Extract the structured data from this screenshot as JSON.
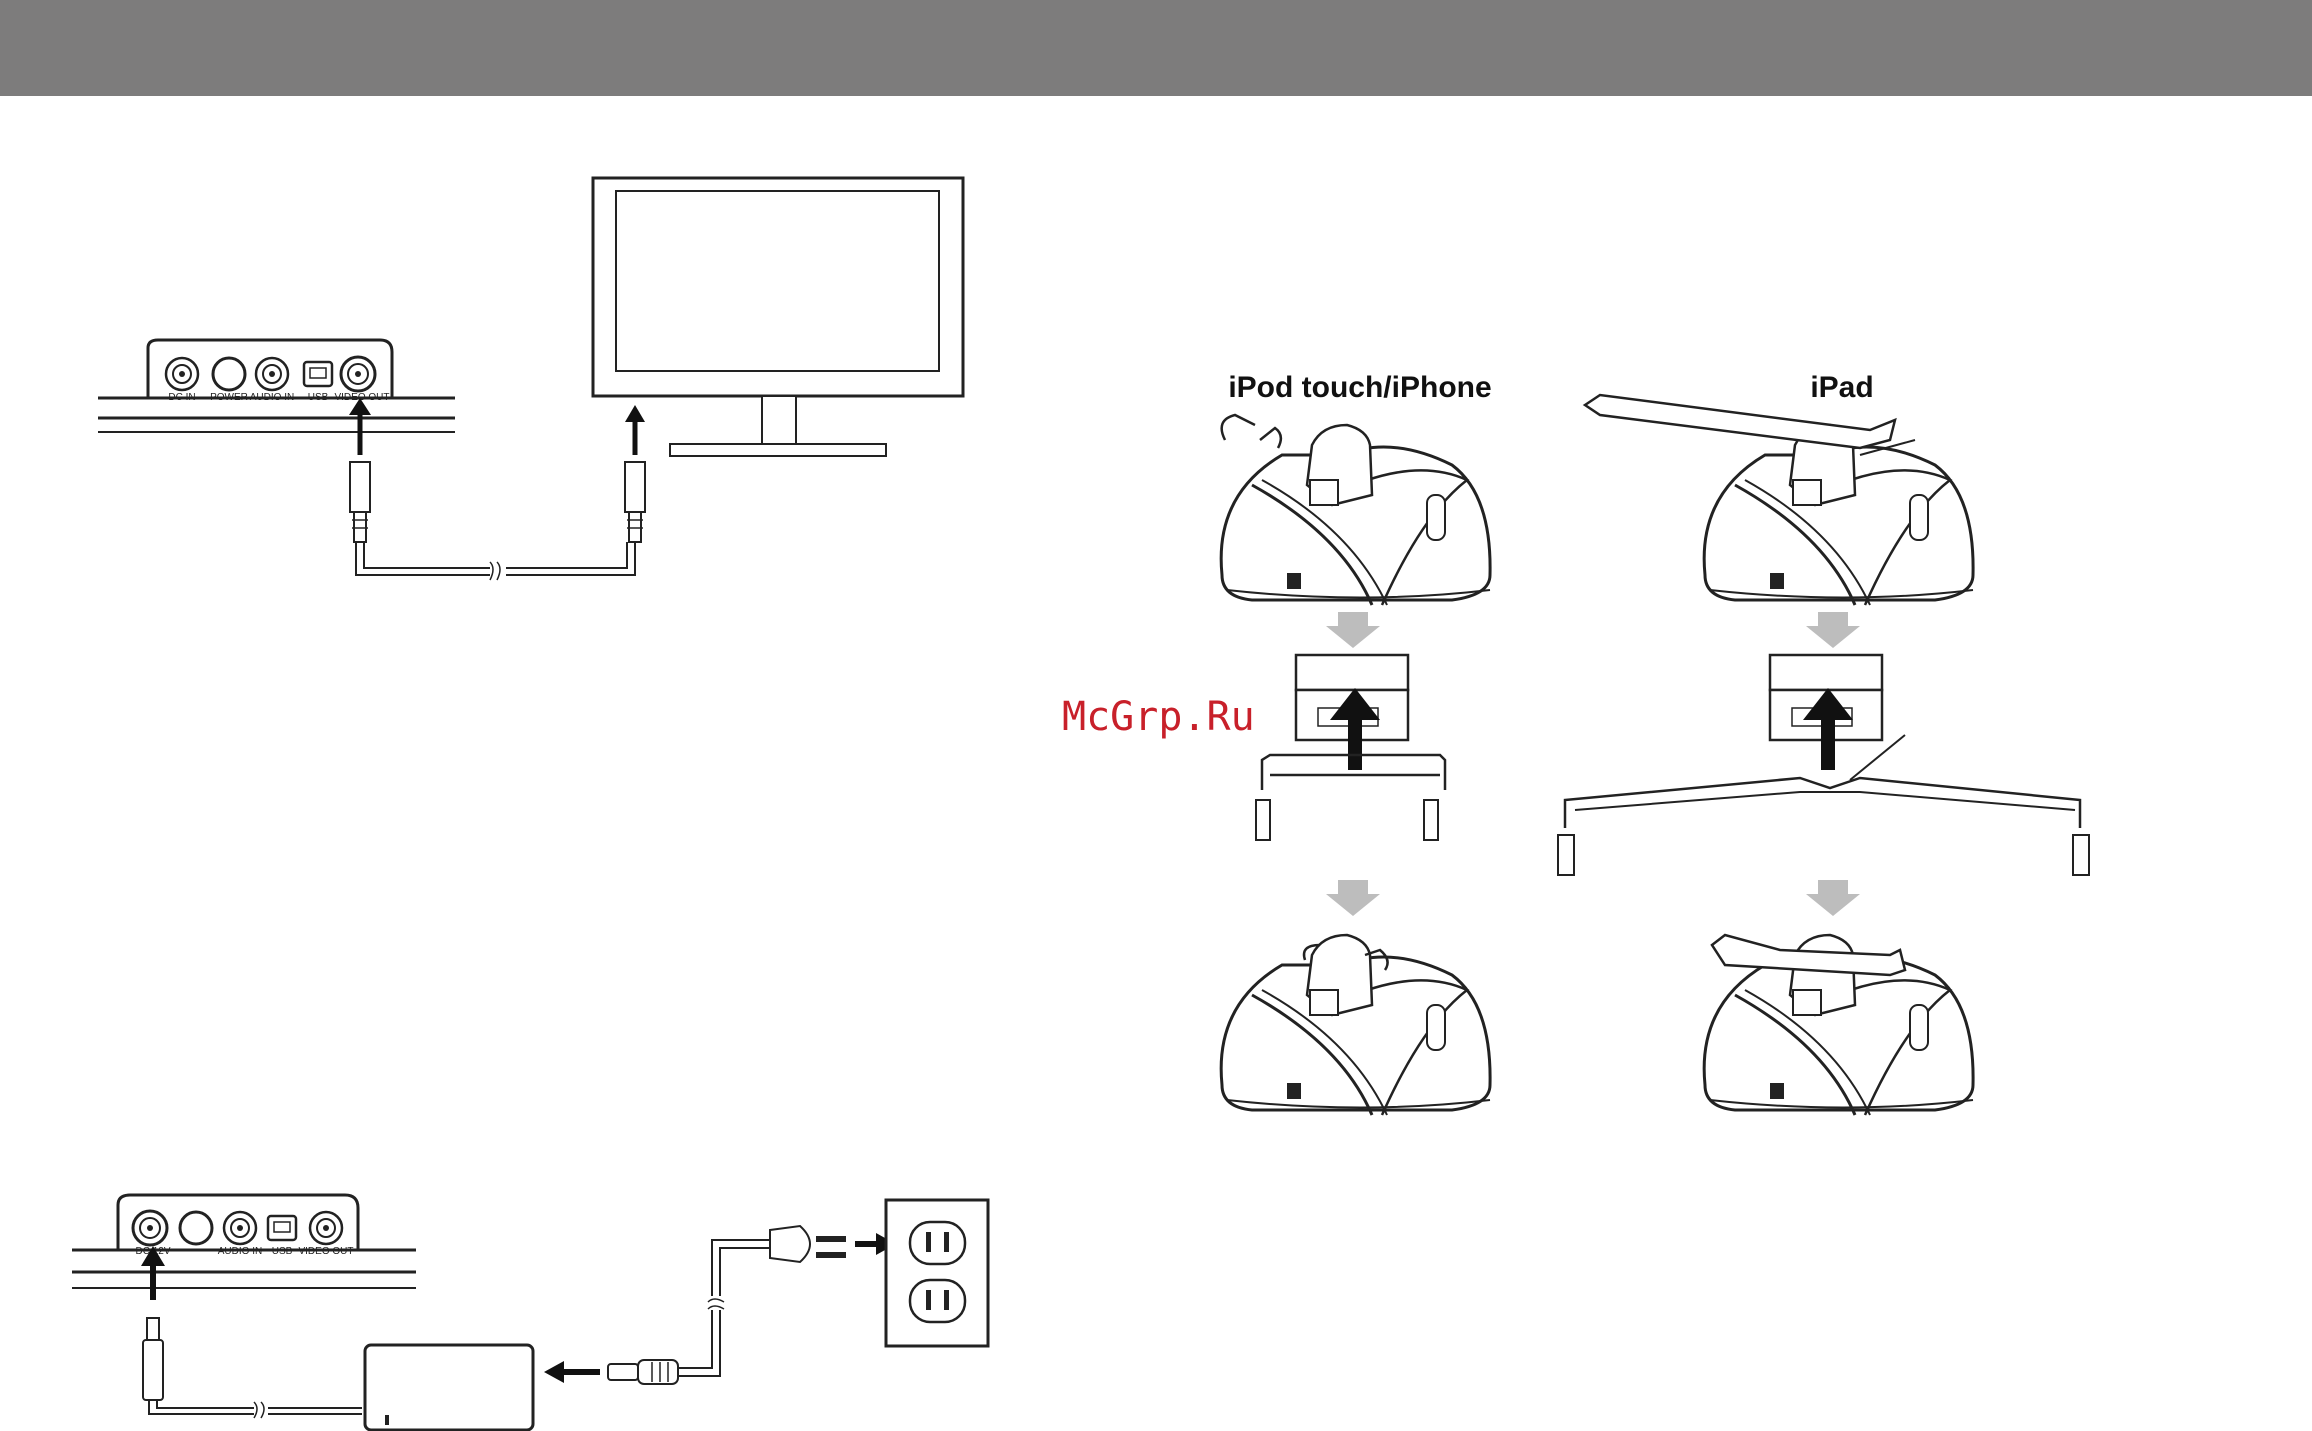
{
  "header": {
    "color": "#7d7c7c"
  },
  "panel_top": {
    "jacks": [
      "DC IN",
      "POWER",
      "AUDIO IN",
      "USB",
      "VIDEO OUT"
    ]
  },
  "panel_bottom": {
    "jacks": [
      "DC 12V",
      "AUDIO IN",
      "USB",
      "VIDEO OUT"
    ]
  },
  "dock_section": {
    "left_title": "iPod touch/iPhone",
    "right_title": "iPad"
  },
  "watermark": "McGrp.Ru",
  "colors": {
    "watermark": "#c8202a",
    "arrow_gray": "#bdbdbd"
  }
}
